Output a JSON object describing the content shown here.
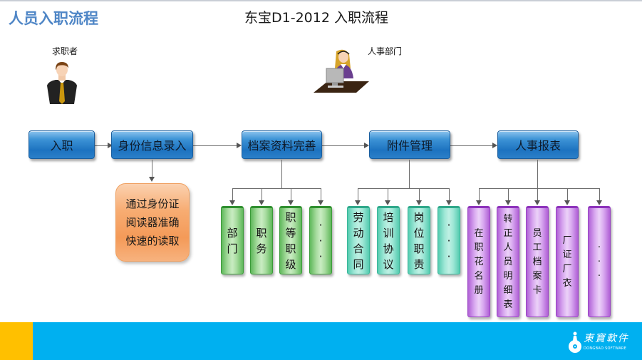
{
  "slide": {
    "title": "人员入职流程",
    "main_title": "东宝D1-2012 入职流程"
  },
  "roles": {
    "applicant": {
      "label": "求职者",
      "icon": "male-applicant-icon"
    },
    "hr": {
      "label": "人事部门",
      "icon": "hr-operator-at-desk-icon"
    }
  },
  "flow": {
    "steps": [
      {
        "label": "入职"
      },
      {
        "label": "身份信息录入"
      },
      {
        "label": "档案资料完善"
      },
      {
        "label": "附件管理"
      },
      {
        "label": "人事报表"
      }
    ]
  },
  "identity_note": {
    "lines": [
      "通过身份证",
      "阅读器准确",
      "快速的读取"
    ]
  },
  "archive_items": [
    {
      "chars": [
        "部",
        "门"
      ]
    },
    {
      "chars": [
        "职",
        "务"
      ]
    },
    {
      "chars": [
        "职",
        "等",
        "职",
        "级"
      ]
    },
    {
      "chars": [
        "·",
        "·",
        "·"
      ]
    }
  ],
  "attachment_items": [
    {
      "chars": [
        "劳",
        "动",
        "合",
        "同"
      ]
    },
    {
      "chars": [
        "培",
        "训",
        "协",
        "议"
      ]
    },
    {
      "chars": [
        "岗",
        "位",
        "职",
        "责"
      ]
    },
    {
      "chars": [
        "·",
        "·",
        "·"
      ]
    }
  ],
  "report_items": [
    {
      "chars": [
        "在",
        "职",
        "花",
        "名",
        "册"
      ]
    },
    {
      "chars": [
        "转",
        "正",
        "人",
        "员",
        "明",
        "细",
        "表"
      ]
    },
    {
      "chars": [
        "员",
        "工",
        "档",
        "案",
        "卡"
      ]
    },
    {
      "chars": [
        "厂",
        "证",
        "厂",
        "衣"
      ]
    },
    {
      "chars": [
        "·",
        "·",
        "·"
      ]
    }
  ],
  "footer": {
    "logo_cn": "東寶軟件",
    "logo_en": "DONGBAO SOFTWARE",
    "colors": {
      "bar": "#00b0f0",
      "accent": "#ffc000"
    }
  },
  "colors": {
    "title": "#4f86c6",
    "step_box": "#2b7fc8",
    "note_box": "#f49a58",
    "archive": "#5fb85a",
    "attachment": "#54cbb0",
    "report": "#b060d6"
  }
}
